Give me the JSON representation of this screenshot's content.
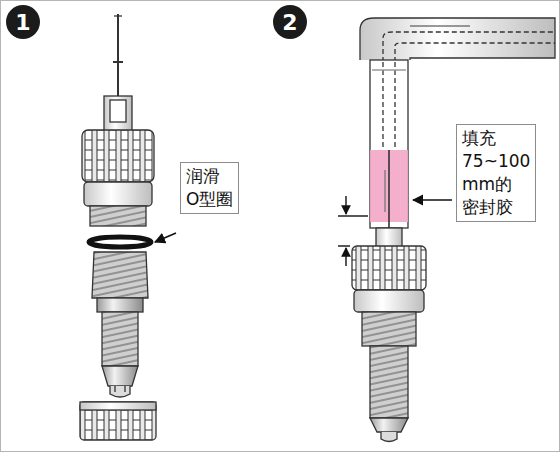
{
  "diagram": {
    "nodes": [
      {
        "text": [
          "1"
        ]
      },
      {
        "text": [
          "2"
        ]
      },
      {
        "text": [
          "润滑 O型圈"
        ]
      },
      {
        "text": [
          "填充 75~100 mm的 密封胶"
        ]
      }
    ]
  }
}
